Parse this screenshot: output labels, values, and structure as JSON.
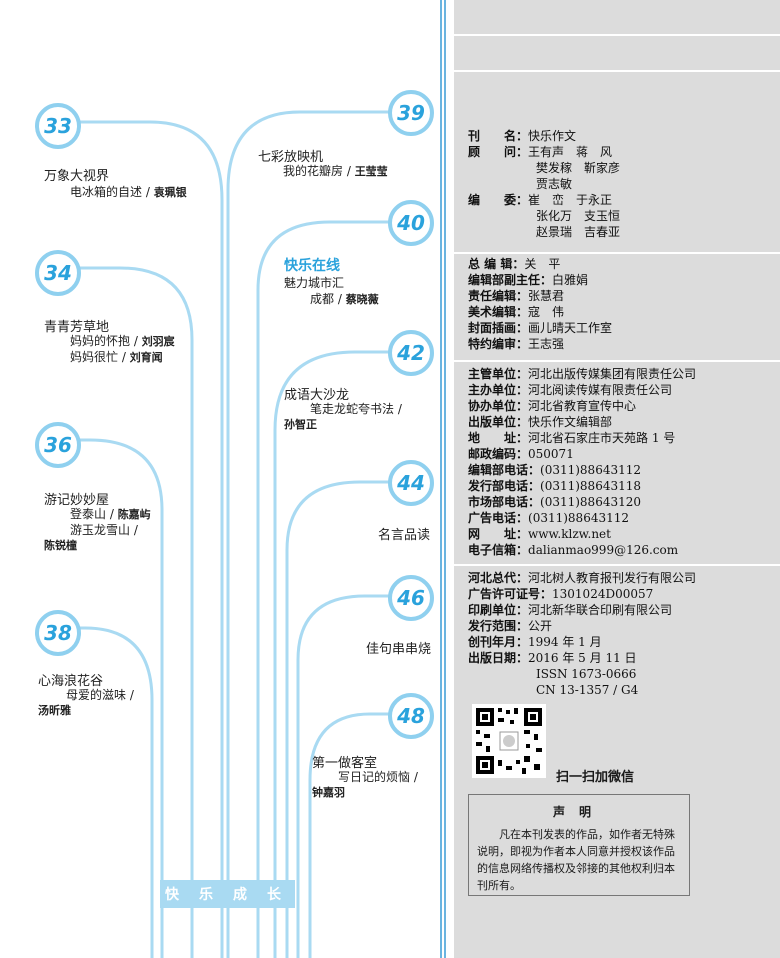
{
  "toc": {
    "sections": [
      {
        "page": "33",
        "title": "万象大视界",
        "items": [
          {
            "t": "电冰箱的自述 / ",
            "a": "袁珮银"
          }
        ]
      },
      {
        "page": "34",
        "title": "青青芳草地",
        "items": [
          {
            "t": "妈妈的怀抱 / ",
            "a": "刘羽宸"
          },
          {
            "t": "妈妈很忙 / ",
            "a": "刘育闻"
          }
        ]
      },
      {
        "page": "36",
        "title": "游记妙妙屋",
        "items": [
          {
            "t": "登泰山 / ",
            "a": "陈嘉屿"
          },
          {
            "t": "游玉龙雪山 / ",
            "a": ""
          }
        ],
        "extra": "陈锐橦"
      },
      {
        "page": "38",
        "title": "心海浪花谷",
        "items": [
          {
            "t": "母爱的滋味 / ",
            "a": ""
          }
        ],
        "extra": "汤昕雅"
      },
      {
        "page": "39",
        "title": "七彩放映机",
        "items": [
          {
            "t": "我的花瓣房 / ",
            "a": "王莹莹"
          }
        ]
      },
      {
        "page": "40",
        "title": "快乐在线",
        "sub": "魅力城市汇",
        "items": [
          {
            "t": "成都 / ",
            "a": "蔡晓薇"
          }
        ]
      },
      {
        "page": "42",
        "title": "成语大沙龙",
        "items": [
          {
            "t": "笔走龙蛇夸书法 / ",
            "a": ""
          }
        ],
        "extra": "孙智正"
      },
      {
        "page": "44",
        "title": "名言品读"
      },
      {
        "page": "46",
        "title": "佳句串串烧"
      },
      {
        "page": "48",
        "title": "第一做客室",
        "items": [
          {
            "t": "写日记的烦恼 / ",
            "a": ""
          }
        ],
        "extra": "钟嘉羽"
      }
    ],
    "column_label": [
      "快",
      "乐",
      "成",
      "长"
    ]
  },
  "masthead": {
    "r1": [
      {
        "l": "刊　　名：",
        "v": "快乐作文"
      }
    ],
    "r2": [
      {
        "l": "顾　　问：",
        "v": "王有声　蒋　风"
      },
      {
        "l": "",
        "v": "樊发稼　靳家彦"
      },
      {
        "l": "",
        "v": "贾志敏"
      }
    ],
    "r3": [
      {
        "l": "编　　委：",
        "v": "崔　峦　于永正"
      },
      {
        "l": "",
        "v": "张化万　支玉恒"
      },
      {
        "l": "",
        "v": "赵景瑞　吉春亚"
      }
    ],
    "r4": [
      {
        "l": "总 编 辑：",
        "v": "关　平"
      },
      {
        "l": "编辑部副主任：",
        "v": "白雅娟"
      },
      {
        "l": "责任编辑：",
        "v": "张慧君"
      },
      {
        "l": "美术编辑：",
        "v": "寇　伟"
      },
      {
        "l": "封面插画：",
        "v": "画儿晴天工作室"
      },
      {
        "l": "特约编审：",
        "v": "王志强"
      }
    ],
    "r5": [
      {
        "l": "主管单位：",
        "v": "河北出版传媒集团有限责任公司"
      },
      {
        "l": "主办单位：",
        "v": "河北阅读传媒有限责任公司"
      },
      {
        "l": "协办单位：",
        "v": "河北省教育宣传中心"
      },
      {
        "l": "出版单位：",
        "v": "快乐作文编辑部"
      },
      {
        "l": "地　　址：",
        "v": "河北省石家庄市天苑路 1 号"
      },
      {
        "l": "邮政编码：",
        "v": "050071"
      },
      {
        "l": "编辑部电话：",
        "v": "(0311)88643112"
      },
      {
        "l": "发行部电话：",
        "v": "(0311)88643118"
      },
      {
        "l": "市场部电话：",
        "v": "(0311)88643120"
      },
      {
        "l": "广告电话：",
        "v": "(0311)88643112"
      },
      {
        "l": "网　　址：",
        "v": "www.klzw.net"
      },
      {
        "l": "电子信箱：",
        "v": "dalianmao999@126.com"
      }
    ],
    "r6": [
      {
        "l": "河北总代：",
        "v": "河北树人教育报刊发行有限公司"
      },
      {
        "l": "广告许可证号：",
        "v": "1301024D00057"
      },
      {
        "l": "印刷单位：",
        "v": "河北新华联合印刷有限公司"
      },
      {
        "l": "发行范围：",
        "v": "公开"
      },
      {
        "l": "创刊年月：",
        "v": "1994 年 1 月"
      },
      {
        "l": "出版日期：",
        "v": "2016 年 5 月 11 日"
      },
      {
        "l": "",
        "v": "ISSN 1673-0666"
      },
      {
        "l": "",
        "v": "CN 13-1357 / G4"
      }
    ],
    "qr_label": "扫一扫加微信",
    "notice_title": "声明",
    "notice_body": "凡在本刊发表的作品，如作者无特殊说明，即视为作者本人同意并授权该作品的信息网络传播权及邻接的其他权利归本刊所有。"
  },
  "colors": {
    "accent": "#2aa2dc",
    "line": "#a9daf2",
    "badge_ring": "#8fd0ef",
    "panel": "#dcdcdc"
  }
}
